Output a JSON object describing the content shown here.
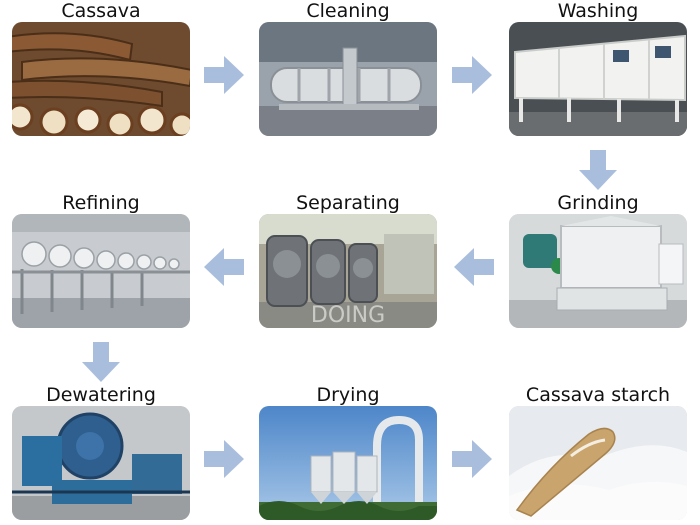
{
  "steps": [
    {
      "label": "Cassava"
    },
    {
      "label": "Cleaning"
    },
    {
      "label": "Washing"
    },
    {
      "label": "Grinding"
    },
    {
      "label": "Separating"
    },
    {
      "label": "Refining"
    },
    {
      "label": "Dewatering"
    },
    {
      "label": "Drying"
    },
    {
      "label": "Cassava starch"
    }
  ],
  "colors": {
    "arrow": "#a9bedd",
    "text": "#111111"
  },
  "watermark": "DOING"
}
